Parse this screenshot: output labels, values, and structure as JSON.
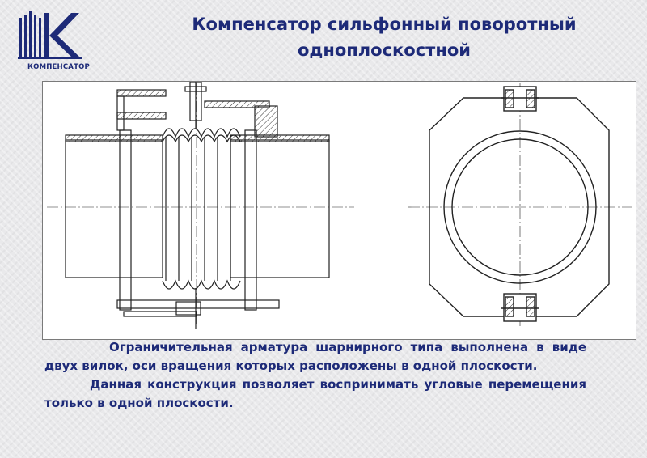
{
  "logo": {
    "text": "КОМПЕНСАТОР",
    "icon": "compensator-logo-icon",
    "color": "#1d2a78"
  },
  "title": {
    "line1": "Компенсатор сильфонный поворотный",
    "line2": "одноплоскостной"
  },
  "drawing": {
    "icon": "bellows-compensator-drawing"
  },
  "description": {
    "paragraph1": "Ограничительная арматура шарнирного типа выполнена в виде двух вилок, оси вращения которых расположены в одной плоскости.",
    "paragraph2": "Данная конструкция позволяет воспринимать угловые перемещения только в одной плоскости."
  },
  "colors": {
    "title_text": "#1d2a78",
    "body_text": "#1d2a78",
    "background": "#e9e9eb"
  }
}
